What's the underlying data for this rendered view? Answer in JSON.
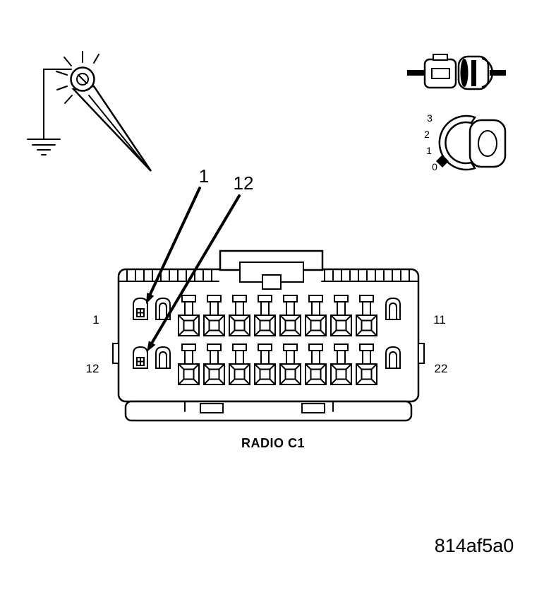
{
  "figure_code": "814af5a0",
  "connector": {
    "name": "RADIO C1",
    "pin_labels": {
      "top_left": "1",
      "top_right": "11",
      "bottom_left": "12",
      "bottom_right": "22"
    }
  },
  "callouts": {
    "pin1": "1",
    "pin12": "12"
  },
  "ignition_switch": {
    "positions": [
      "3",
      "2",
      "1",
      "0"
    ]
  },
  "colors": {
    "ink": "#000000",
    "background": "#ffffff"
  }
}
